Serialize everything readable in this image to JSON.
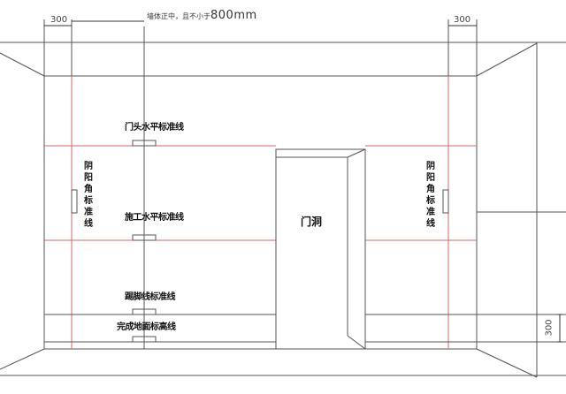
{
  "drawing": {
    "type": "wall-elevation-layout",
    "colors": {
      "line": "#555555",
      "reference_line": "#d46a6a",
      "text": "#111111",
      "background": "#ffffff"
    }
  },
  "dimensions": {
    "top_left": "300",
    "top_right": "300",
    "right_bottom": "300",
    "top_note_prefix": "墙体正中，且不小于",
    "top_note_value": "800mm"
  },
  "labels": {
    "door_head_level": "门头水平标准线",
    "construction_level": "施工水平标准线",
    "skirting_line": "踢脚线标准线",
    "finished_floor_level": "完成地面标高线",
    "door_opening": "门洞",
    "corner_line_left": [
      "阴",
      "阳",
      "角",
      "标",
      "准",
      "线"
    ],
    "corner_line_right": [
      "阴",
      "阳",
      "角",
      "标",
      "准",
      "线"
    ]
  }
}
